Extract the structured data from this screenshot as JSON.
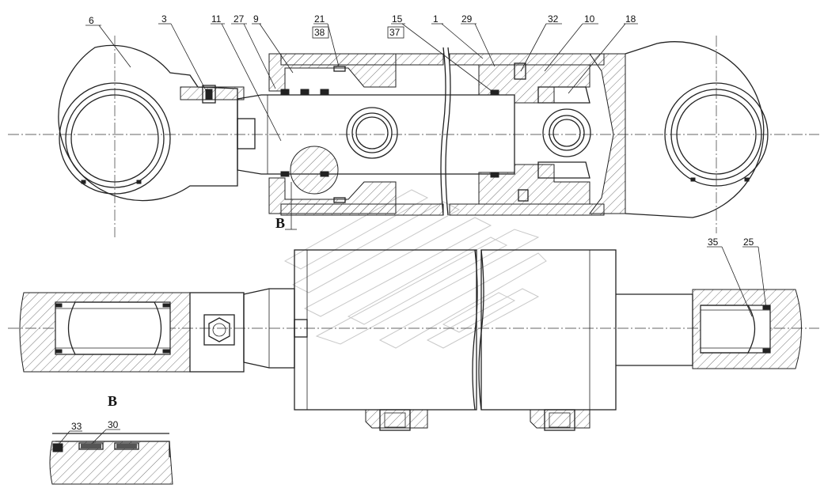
{
  "callouts": {
    "c6": "6",
    "c3": "3",
    "c11": "11",
    "c27": "27",
    "c9": "9",
    "c21": "21",
    "c38": "38",
    "c15": "15",
    "c37": "37",
    "c1": "1",
    "c29": "29",
    "c32": "32",
    "c10": "10",
    "c18": "18",
    "c35": "35",
    "c25": "25",
    "c33": "33",
    "c30": "30"
  },
  "section_marks": {
    "view_b_label": "B",
    "detail_b_title": "B"
  },
  "icons": {
    "watermark": "stylized-logo-watermark",
    "hex_socket": "hex-socket-plug-icon"
  }
}
